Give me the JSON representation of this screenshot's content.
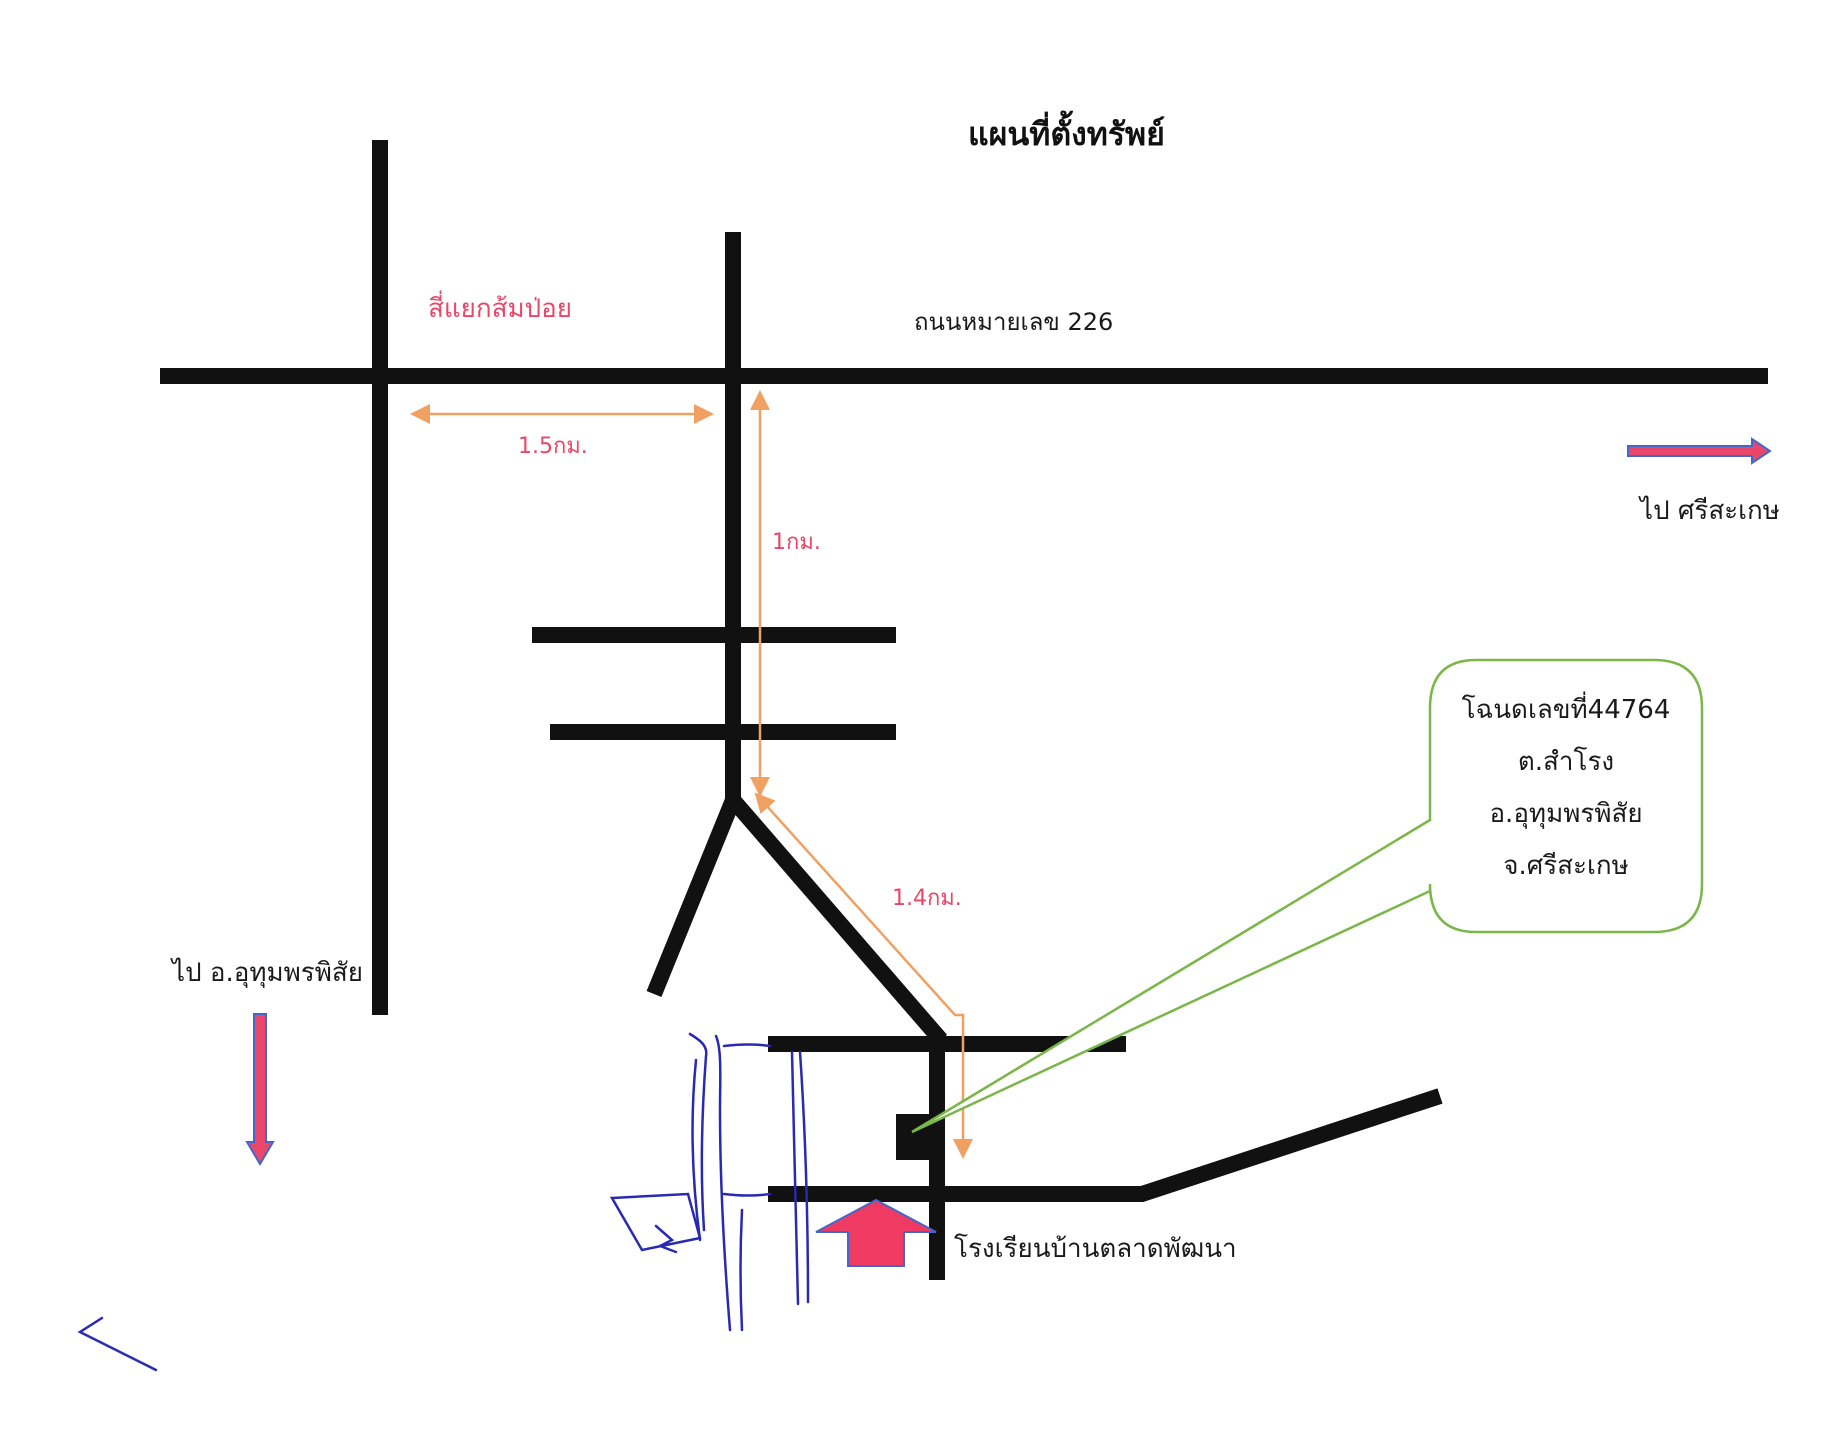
{
  "title": "แผนที่ตั้งทรัพย์",
  "labels": {
    "intersection": "สี่แยกส้มป่อย",
    "highway": "ถนนหมายเลข 226",
    "dist_1_5": "1.5กม.",
    "dist_1": "1กม.",
    "dist_1_4": "1.4กม.",
    "to_sisaket": "ไป ศรีสะเกษ",
    "to_uthumphon": "ไป อ.อุทุมพรพิสัย",
    "school": "โรงเรียนบ้านตลาดพัฒนา"
  },
  "callout": {
    "lines": [
      "โฉนดเลขที่44764",
      "ต.สำโรง",
      "อ.อุทุมพรพิสัย",
      "จ.ศรีสะเกษ"
    ]
  },
  "colors": {
    "road": "#111111",
    "label_pink": "#e8476a",
    "measure_orange": "#f0a060",
    "callout_green": "#7ab648",
    "direction_arrow_fill": "#e8476a",
    "direction_arrow_outline": "#4466cc",
    "handdrawn_blue": "#2a2ab0"
  }
}
